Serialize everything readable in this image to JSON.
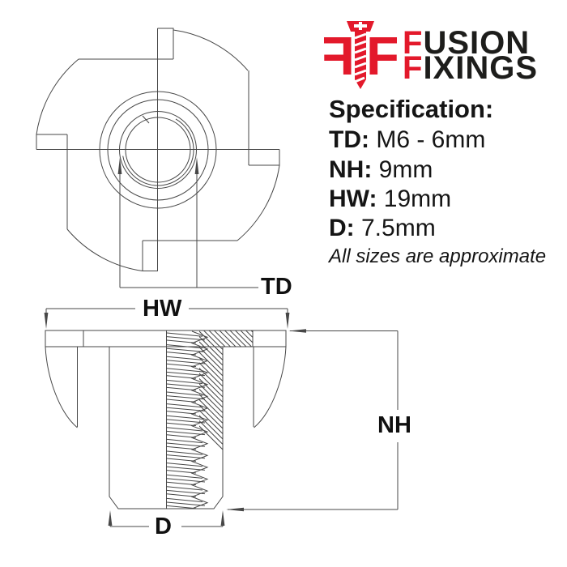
{
  "brand": {
    "icon": "twin-f-screw-logo",
    "line1_first": "F",
    "line1_rest": "USION",
    "line2_first": "F",
    "line2_rest": "IXINGS",
    "accent_red": "#e3192b",
    "text_black": "#1d1d1b"
  },
  "spec": {
    "title": "Specification:",
    "rows": [
      {
        "label": "TD:",
        "value": "M6 - 6mm"
      },
      {
        "label": "NH:",
        "value": "9mm"
      },
      {
        "label": "HW:",
        "value": "19mm"
      },
      {
        "label": "D:",
        "value": "7.5mm"
      }
    ],
    "note": "All sizes are approximate"
  },
  "dims": {
    "thread_diameter": "TD",
    "head_width": "HW",
    "nut_height": "NH",
    "barrel_diameter": "D"
  },
  "drawing": {
    "line_color": "#474747"
  }
}
